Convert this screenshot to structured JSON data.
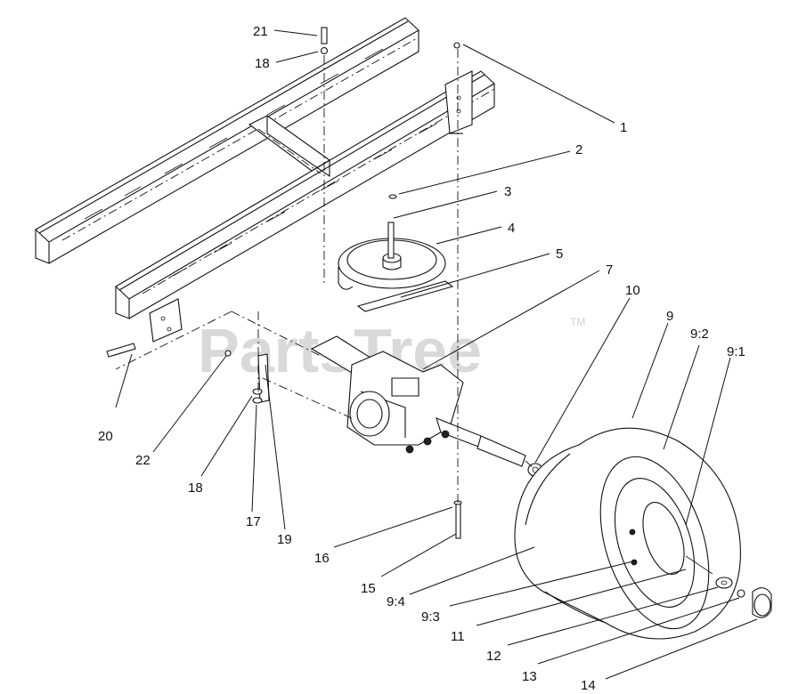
{
  "watermark": {
    "text": "PartsTree",
    "trademark": "TM"
  },
  "callouts": [
    {
      "id": "1",
      "label": "1"
    },
    {
      "id": "2",
      "label": "2"
    },
    {
      "id": "3",
      "label": "3"
    },
    {
      "id": "4",
      "label": "4"
    },
    {
      "id": "5",
      "label": "5"
    },
    {
      "id": "7",
      "label": "7"
    },
    {
      "id": "10",
      "label": "10"
    },
    {
      "id": "9",
      "label": "9"
    },
    {
      "id": "9-2",
      "label": "9:2"
    },
    {
      "id": "9-1",
      "label": "9:1"
    },
    {
      "id": "21",
      "label": "21"
    },
    {
      "id": "18-top",
      "label": "18"
    },
    {
      "id": "20",
      "label": "20"
    },
    {
      "id": "22",
      "label": "22"
    },
    {
      "id": "18-bottom",
      "label": "18"
    },
    {
      "id": "17",
      "label": "17"
    },
    {
      "id": "19",
      "label": "19"
    },
    {
      "id": "16",
      "label": "16"
    },
    {
      "id": "15",
      "label": "15"
    },
    {
      "id": "9-4",
      "label": "9:4"
    },
    {
      "id": "9-3",
      "label": "9:3"
    },
    {
      "id": "11",
      "label": "11"
    },
    {
      "id": "12",
      "label": "12"
    },
    {
      "id": "13",
      "label": "13"
    },
    {
      "id": "14",
      "label": "14"
    }
  ]
}
